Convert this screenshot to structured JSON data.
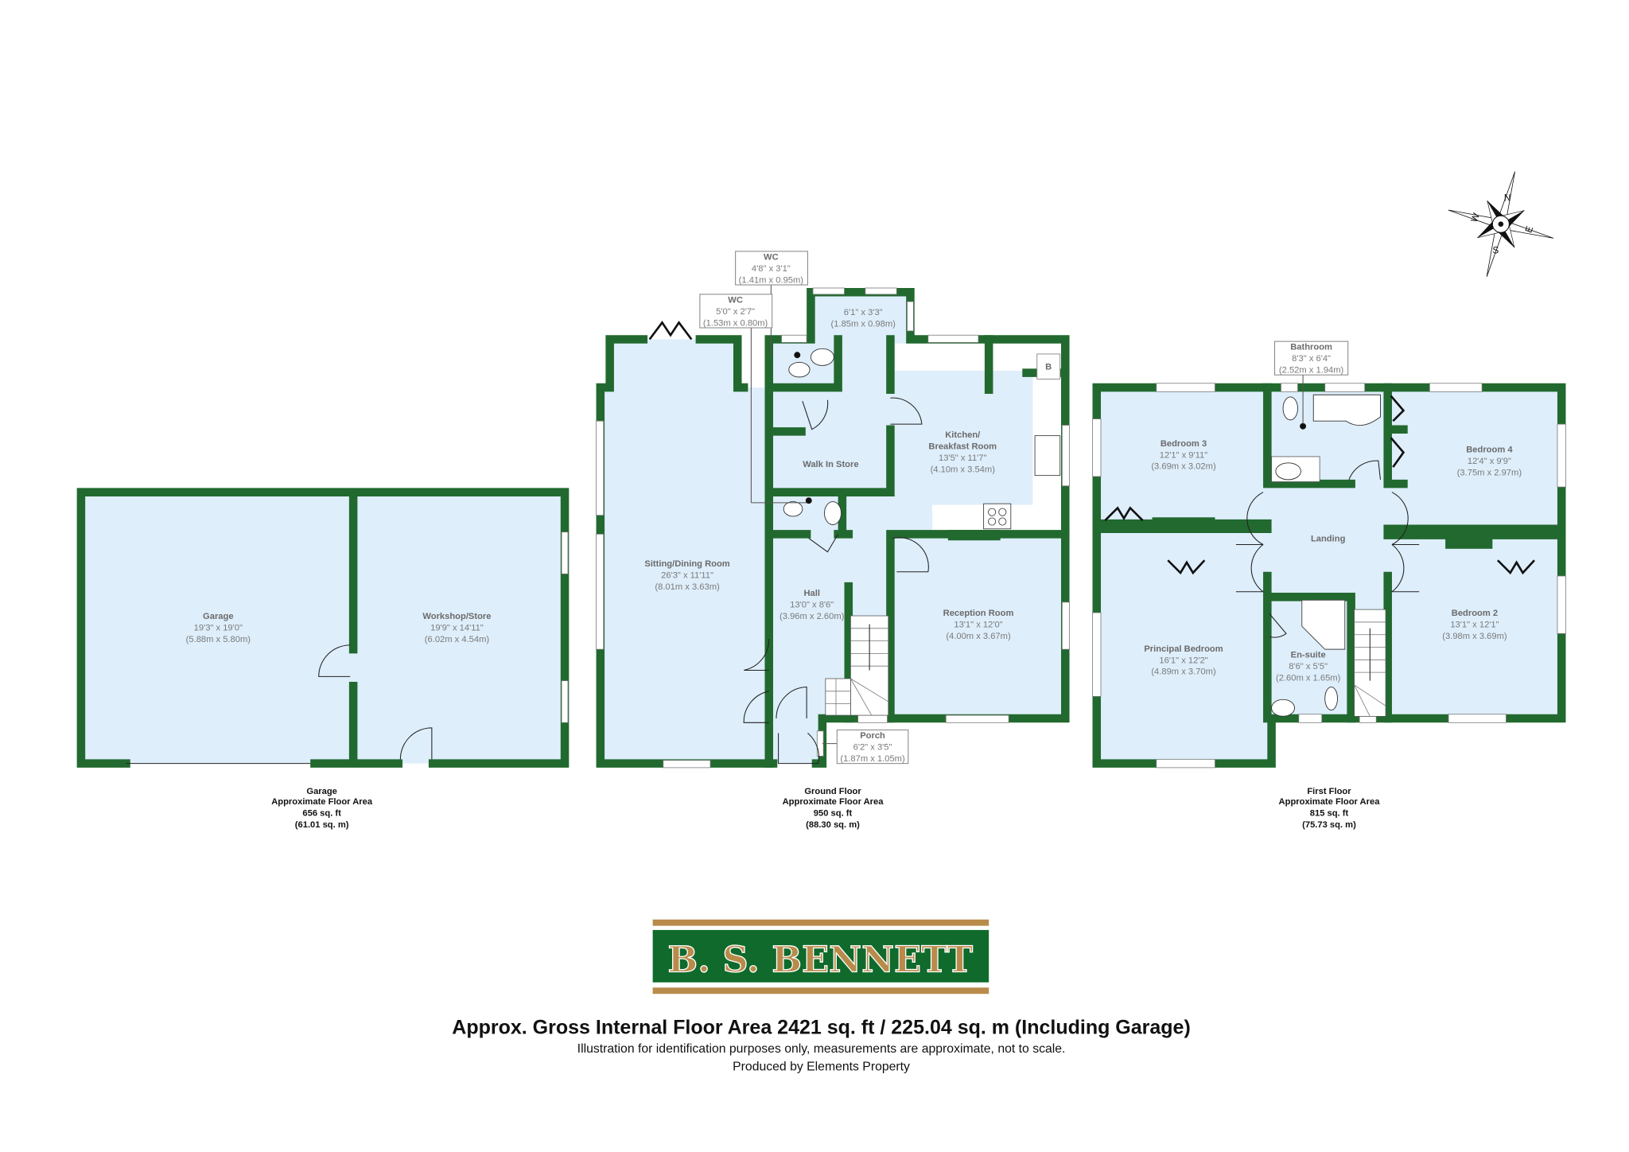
{
  "colors": {
    "wall": "#22692f",
    "floor": "#deeefb",
    "logo_green": "#0f6a2c",
    "logo_gold": "#b98b4a"
  },
  "compass": {
    "n": "N",
    "e": "E",
    "s": "S",
    "w": "W"
  },
  "garage": {
    "rooms": [
      {
        "name": "Garage",
        "imperial": "19'3\" x 19'0\"",
        "metric": "(5.88m x 5.80m)"
      },
      {
        "name": "Workshop/Store",
        "imperial": "19'9\" x 14'11\"",
        "metric": "(6.02m x 4.54m)"
      }
    ],
    "summary": {
      "title": "Garage",
      "label": "Approximate Floor Area",
      "sqft": "656 sq. ft",
      "sqm": "(61.01 sq. m)"
    }
  },
  "ground": {
    "rooms": [
      {
        "name": "Sitting/Dining Room",
        "imperial": "26'3\" x 11'11\"",
        "metric": "(8.01m x 3.63m)"
      },
      {
        "name": "Hall",
        "imperial": "13'0\" x 8'6\"",
        "metric": "(3.96m x 2.60m)"
      },
      {
        "name": "Kitchen/",
        "name2": "Breakfast Room",
        "imperial": "13'5\" x 11'7\"",
        "metric": "(4.10m x 3.54m)"
      },
      {
        "name": "Walk In Store"
      },
      {
        "name": "WC",
        "imperial": "4'8\" x 3'1\"",
        "metric": "(1.41m x 0.95m)"
      },
      {
        "name": "WC",
        "imperial": "5'0\" x 2'7\"",
        "metric": "(1.53m x 0.80m)"
      },
      {
        "imperial": "6'1\" x 3'3\"",
        "metric": "(1.85m x 0.98m)"
      },
      {
        "name": "Reception Room",
        "imperial": "13'1\" x 12'0\"",
        "metric": "(4.00m x 3.67m)"
      },
      {
        "name": "Porch",
        "imperial": "6'2\" x 3'5\"",
        "metric": "(1.87m x 1.05m)"
      }
    ],
    "boiler": "B",
    "summary": {
      "title": "Ground Floor",
      "label": "Approximate Floor Area",
      "sqft": "950 sq. ft",
      "sqm": "(88.30 sq. m)"
    }
  },
  "first": {
    "rooms": [
      {
        "name": "Bedroom 3",
        "imperial": "12'1\" x 9'11\"",
        "metric": "(3.69m x 3.02m)"
      },
      {
        "name": "Bathroom",
        "imperial": "8'3\" x 6'4\"",
        "metric": "(2.52m x 1.94m)"
      },
      {
        "name": "Bedroom 4",
        "imperial": "12'4\" x 9'9\"",
        "metric": "(3.75m x 2.97m)"
      },
      {
        "name": "Landing"
      },
      {
        "name": "Principal Bedroom",
        "imperial": "16'1\" x 12'2\"",
        "metric": "(4.89m x 3.70m)"
      },
      {
        "name": "En-suite",
        "imperial": "8'6\" x 5'5\"",
        "metric": "(2.60m x 1.65m)"
      },
      {
        "name": "Bedroom 2",
        "imperial": "13'1\" x 12'1\"",
        "metric": "(3.98m x 3.69m)"
      }
    ],
    "summary": {
      "title": "First Floor",
      "label": "Approximate Floor Area",
      "sqft": "815 sq. ft",
      "sqm": "(75.73 sq. m)"
    }
  },
  "logo": "B. S. BENNETT",
  "footer": {
    "gross_area": "Approx. Gross Internal Floor Area 2421 sq. ft / 225.04 sq. m (Including Garage)",
    "disclaimer": "Illustration for identification purposes only, measurements are approximate, not to scale.",
    "producer": "Produced by Elements Property"
  }
}
